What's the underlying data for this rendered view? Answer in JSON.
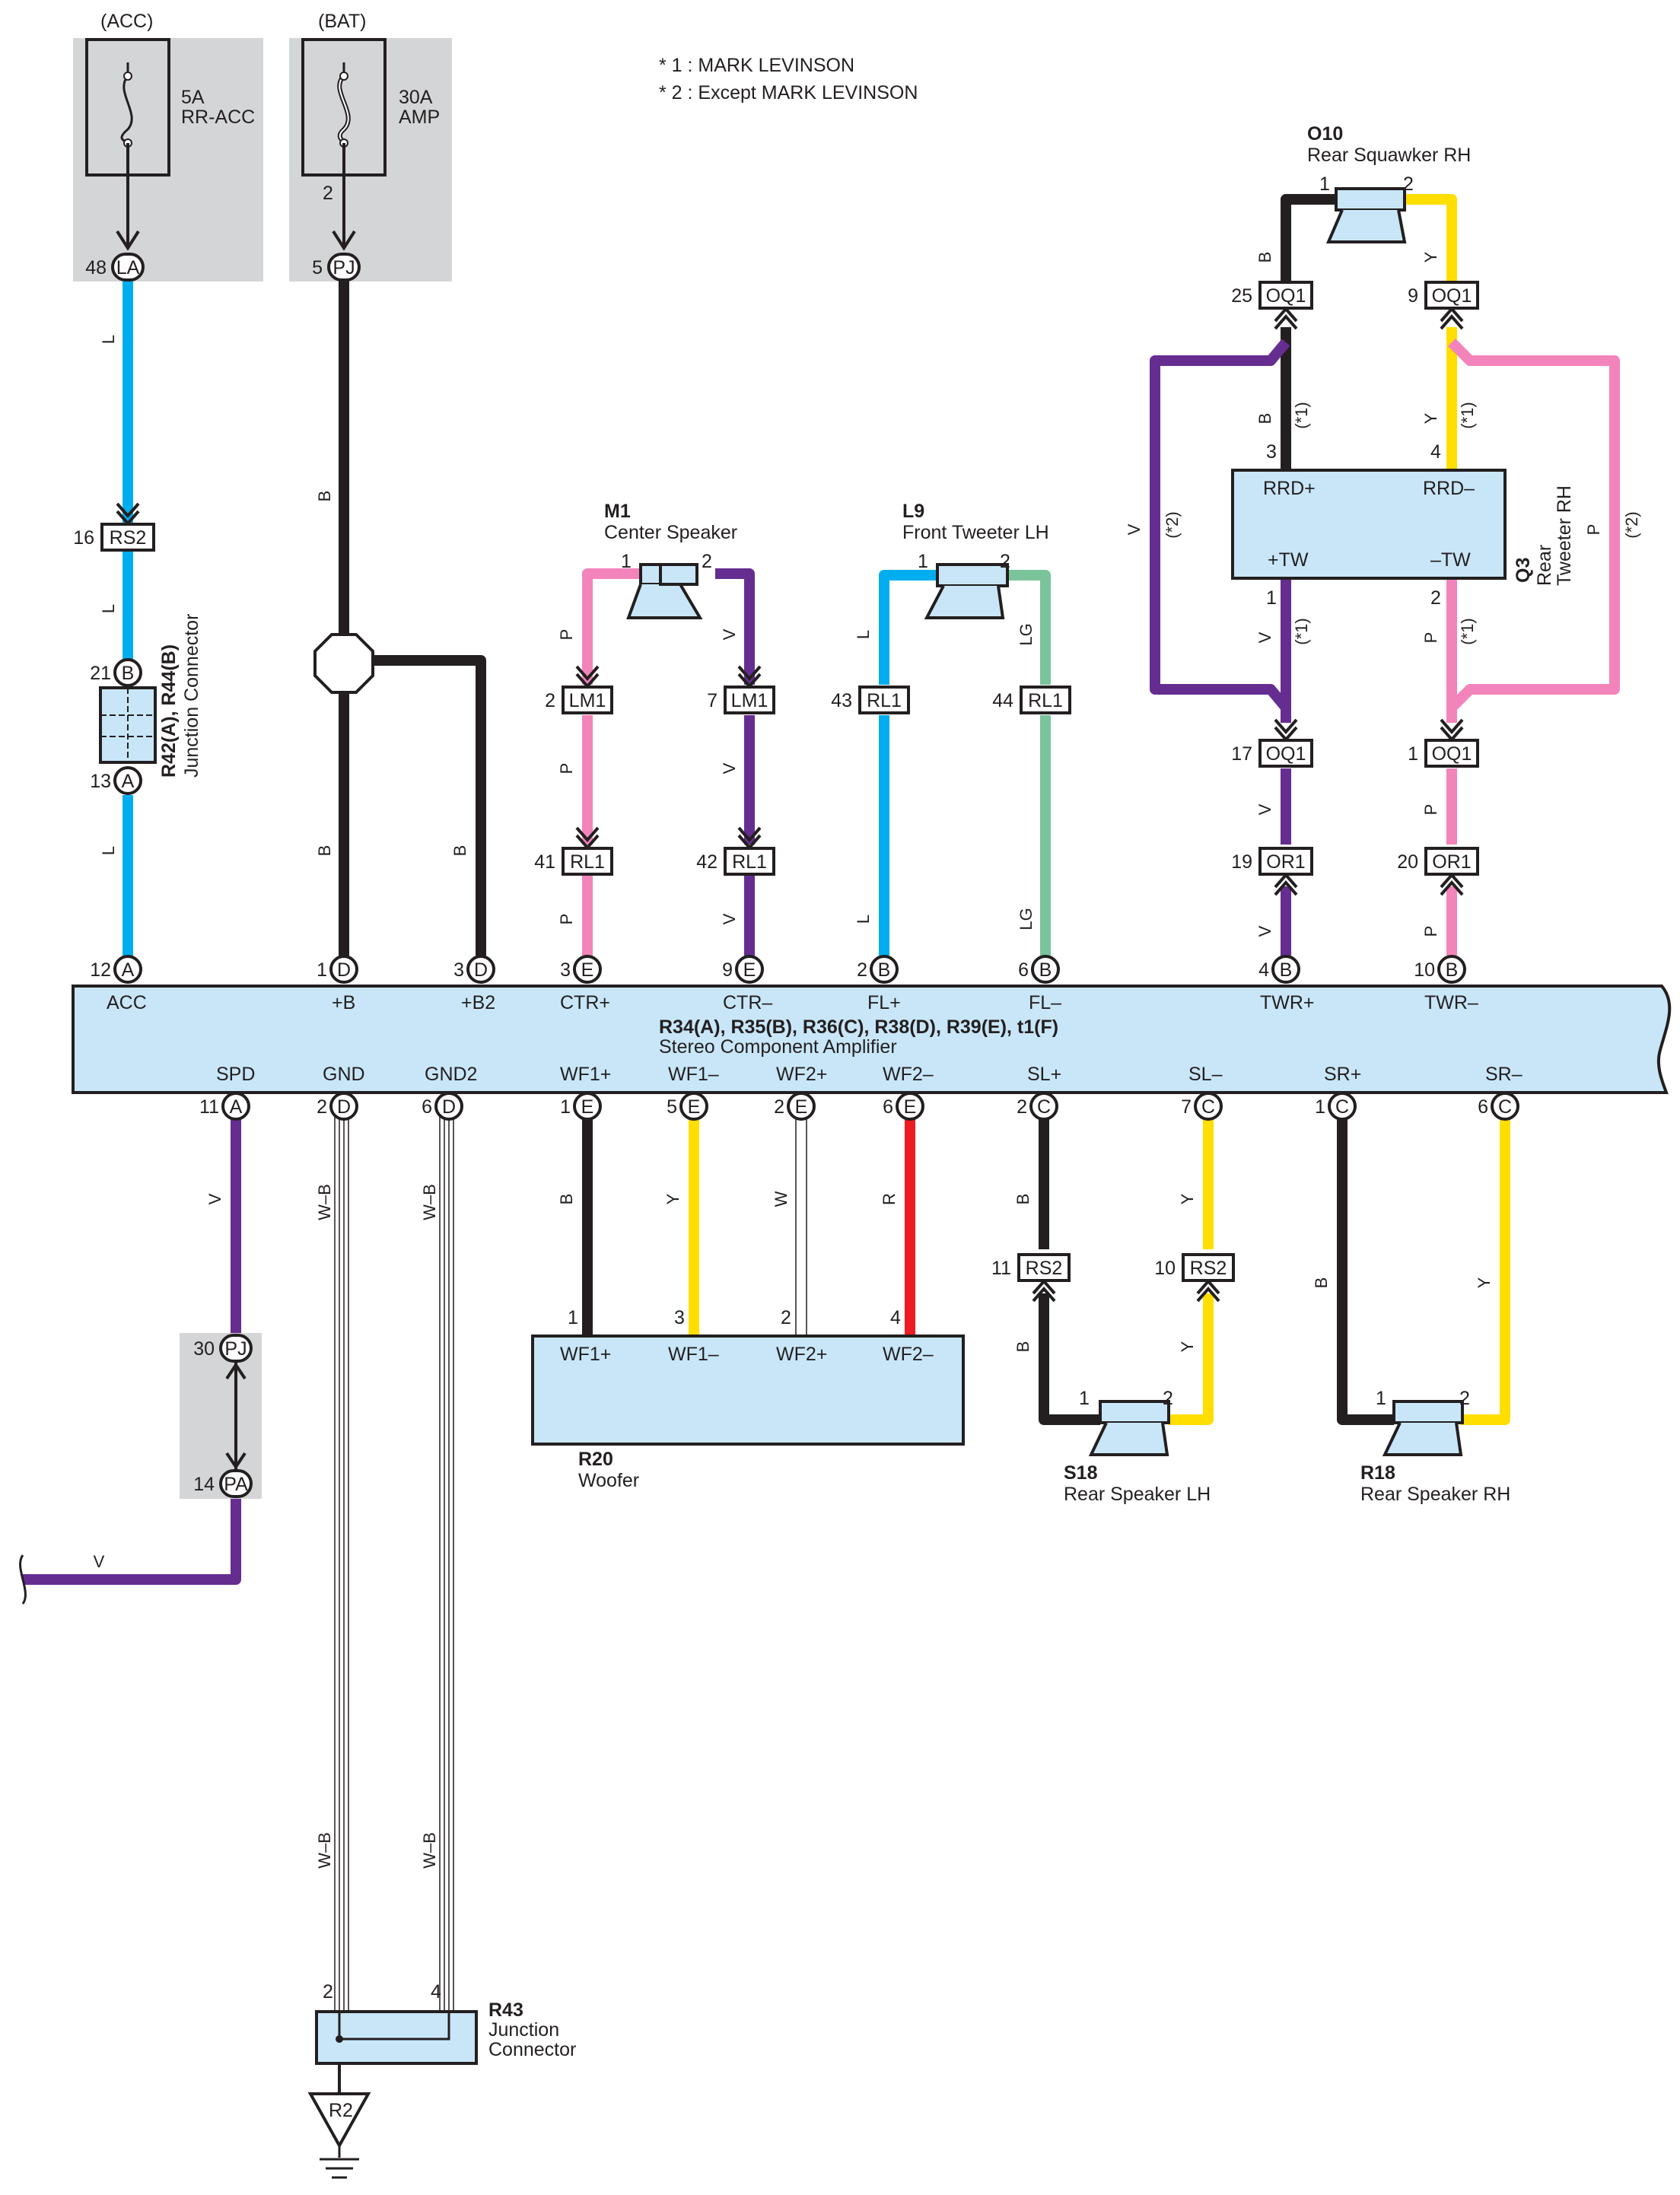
{
  "notes": [
    "* 1 : MARK LEVINSON",
    "* 2 : Except MARK LEVINSON"
  ],
  "fuses": [
    {
      "supply": "(ACC)",
      "rating": "5A",
      "name": "RR-ACC",
      "pin": "48",
      "conn": "LA"
    },
    {
      "supply": "(BAT)",
      "rating": "30A",
      "name": "AMP",
      "pin": "5",
      "conn": "PJ",
      "inner_pin": "2"
    }
  ],
  "amplifier": {
    "codes": "R34(A), R35(B), R36(C), R38(D), R39(E), t1(F)",
    "name": "Stereo Component Amplifier",
    "top_terminals": [
      {
        "label": "ACC",
        "pin": "12",
        "conn": "A"
      },
      {
        "label": "+B",
        "pin": "1",
        "conn": "D"
      },
      {
        "label": "+B2",
        "pin": "3",
        "conn": "D"
      },
      {
        "label": "CTR+",
        "pin": "3",
        "conn": "E"
      },
      {
        "label": "CTR–",
        "pin": "9",
        "conn": "E"
      },
      {
        "label": "FL+",
        "pin": "2",
        "conn": "B"
      },
      {
        "label": "FL–",
        "pin": "6",
        "conn": "B"
      },
      {
        "label": "TWR+",
        "pin": "4",
        "conn": "B"
      },
      {
        "label": "TWR–",
        "pin": "10",
        "conn": "B"
      }
    ],
    "bottom_terminals": [
      {
        "label": "SPD",
        "pin": "11",
        "conn": "A"
      },
      {
        "label": "GND",
        "pin": "2",
        "conn": "D"
      },
      {
        "label": "GND2",
        "pin": "6",
        "conn": "D"
      },
      {
        "label": "WF1+",
        "pin": "1",
        "conn": "E"
      },
      {
        "label": "WF1–",
        "pin": "5",
        "conn": "E"
      },
      {
        "label": "WF2+",
        "pin": "2",
        "conn": "E"
      },
      {
        "label": "WF2–",
        "pin": "6",
        "conn": "E"
      },
      {
        "label": "SL+",
        "pin": "2",
        "conn": "C"
      },
      {
        "label": "SL–",
        "pin": "7",
        "conn": "C"
      },
      {
        "label": "SR+",
        "pin": "1",
        "conn": "C"
      },
      {
        "label": "SR–",
        "pin": "6",
        "conn": "C"
      }
    ]
  },
  "junction_r42": {
    "code": "R42(A), R44(B)",
    "name": "Junction Connector",
    "pin_top": "21",
    "conn_top": "B",
    "pin_bot": "13",
    "conn_bot": "A"
  },
  "inline_connectors": {
    "rs2_acc": {
      "pin": "16",
      "name": "RS2"
    },
    "lm1_a": {
      "pin": "2",
      "name": "LM1"
    },
    "lm1_b": {
      "pin": "7",
      "name": "LM1"
    },
    "rl1_a": {
      "pin": "41",
      "name": "RL1"
    },
    "rl1_b": {
      "pin": "42",
      "name": "RL1"
    },
    "rl1_c": {
      "pin": "43",
      "name": "RL1"
    },
    "rl1_d": {
      "pin": "44",
      "name": "RL1"
    },
    "oq1_a": {
      "pin": "25",
      "name": "OQ1"
    },
    "oq1_b": {
      "pin": "9",
      "name": "OQ1"
    },
    "oq1_c": {
      "pin": "17",
      "name": "OQ1"
    },
    "oq1_d": {
      "pin": "1",
      "name": "OQ1"
    },
    "or1_a": {
      "pin": "19",
      "name": "OR1"
    },
    "or1_b": {
      "pin": "20",
      "name": "OR1"
    },
    "rs2_sl_a": {
      "pin": "11",
      "name": "RS2"
    },
    "rs2_sl_b": {
      "pin": "10",
      "name": "RS2"
    },
    "pj": {
      "pin": "30",
      "name": "PJ"
    },
    "pa": {
      "pin": "14",
      "name": "PA"
    }
  },
  "speakers": {
    "m1": {
      "code": "M1",
      "name": "Center Speaker",
      "pin1": "1",
      "pin2": "2"
    },
    "l9": {
      "code": "L9",
      "name": "Front Tweeter LH",
      "pin1": "1",
      "pin2": "2"
    },
    "o10": {
      "code": "O10",
      "name": "Rear Squawker RH",
      "pin1": "1",
      "pin2": "2"
    },
    "s18": {
      "code": "S18",
      "name": "Rear Speaker LH",
      "pin1": "1",
      "pin2": "2"
    },
    "r18": {
      "code": "R18",
      "name": "Rear Speaker RH",
      "pin1": "1",
      "pin2": "2"
    }
  },
  "tweeter_q3": {
    "code": "Q3",
    "name_line1": "Rear",
    "name_line2": "Tweeter RH",
    "rrd_plus": "RRD+",
    "rrd_minus": "RRD–",
    "tw_plus": "+TW",
    "tw_minus": "–TW",
    "pin3": "3",
    "pin4": "4",
    "pin1": "1",
    "pin2": "2"
  },
  "woofer": {
    "code": "R20",
    "name": "Woofer",
    "terminals": [
      "WF1+",
      "WF1–",
      "WF2+",
      "WF2–"
    ],
    "pins": [
      "1",
      "3",
      "2",
      "4"
    ]
  },
  "junction_r43": {
    "code": "R43",
    "line1": "Junction",
    "line2": "Connector",
    "pin_a": "2",
    "pin_b": "4"
  },
  "ground": {
    "label": "R2"
  },
  "wire_labels": {
    "L": "L",
    "B": "B",
    "P": "P",
    "V": "V",
    "LG": "LG",
    "Y": "Y",
    "R": "R",
    "W": "W",
    "WB": "W–B",
    "n1": "(*1)",
    "n2": "(*2)"
  },
  "wire_colors": {
    "L": "#00aeef",
    "B": "#231f20",
    "P": "#f384bb",
    "V": "#662d91",
    "LG": "#79c49b",
    "Y": "#ffde00",
    "R": "#ed1c24",
    "W": "#ffffff",
    "box_fill": "#c8e6f8",
    "shade": "#d4d5d7"
  }
}
